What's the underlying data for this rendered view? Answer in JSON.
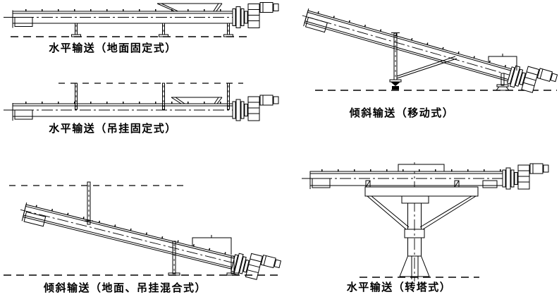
{
  "colors": {
    "background": "#ffffff",
    "line": "#000000"
  },
  "figures": [
    {
      "label": "水平输送（地面固定式）"
    },
    {
      "label": "水平输送（吊挂固定式）"
    },
    {
      "label": "倾斜输送（移动式）"
    },
    {
      "label": "倾斜输送（地面、吊挂混合式）"
    },
    {
      "label": "水平输送（转塔式）"
    }
  ]
}
